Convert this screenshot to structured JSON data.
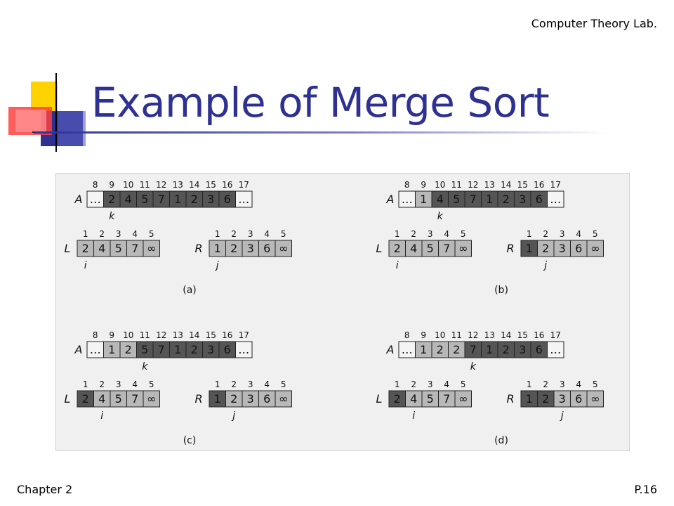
{
  "header": {
    "lab": "Computer Theory Lab."
  },
  "title": "Example of Merge Sort",
  "footer": {
    "left": "Chapter 2",
    "right": "P.16"
  },
  "symbols": {
    "ellipsis": "…",
    "infinity": "∞"
  },
  "figure": {
    "array_indices": [
      "8",
      "9",
      "10",
      "11",
      "12",
      "13",
      "14",
      "15",
      "16",
      "17"
    ],
    "sub_indices": [
      "1",
      "2",
      "3",
      "4",
      "5"
    ],
    "labels": {
      "A": "A",
      "L": "L",
      "R": "R",
      "k": "k",
      "i": "i",
      "j": "j"
    },
    "panels": [
      {
        "caption": "(a)",
        "A": [
          "2",
          "4",
          "5",
          "7",
          "1",
          "2",
          "3",
          "6"
        ],
        "A_dark": [
          0,
          1,
          2,
          3,
          4,
          5,
          6,
          7
        ],
        "L": [
          "2",
          "4",
          "5",
          "7",
          "∞"
        ],
        "L_dark": [],
        "R": [
          "1",
          "2",
          "3",
          "6",
          "∞"
        ],
        "R_dark": [],
        "k": 0,
        "i": 0,
        "j": 0
      },
      {
        "caption": "(b)",
        "A": [
          "1",
          "4",
          "5",
          "7",
          "1",
          "2",
          "3",
          "6"
        ],
        "A_dark": [
          1,
          2,
          3,
          4,
          5,
          6,
          7
        ],
        "L": [
          "2",
          "4",
          "5",
          "7",
          "∞"
        ],
        "L_dark": [],
        "R": [
          "1",
          "2",
          "3",
          "6",
          "∞"
        ],
        "R_dark": [
          0
        ],
        "k": 1,
        "i": 0,
        "j": 1
      },
      {
        "caption": "(c)",
        "A": [
          "1",
          "2",
          "5",
          "7",
          "1",
          "2",
          "3",
          "6"
        ],
        "A_dark": [
          2,
          3,
          4,
          5,
          6,
          7
        ],
        "L": [
          "2",
          "4",
          "5",
          "7",
          "∞"
        ],
        "L_dark": [
          0
        ],
        "R": [
          "1",
          "2",
          "3",
          "6",
          "∞"
        ],
        "R_dark": [
          0
        ],
        "k": 2,
        "i": 1,
        "j": 1
      },
      {
        "caption": "(d)",
        "A": [
          "1",
          "2",
          "2",
          "7",
          "1",
          "2",
          "3",
          "6"
        ],
        "A_dark": [
          3,
          4,
          5,
          6,
          7
        ],
        "L": [
          "2",
          "4",
          "5",
          "7",
          "∞"
        ],
        "L_dark": [
          0
        ],
        "R": [
          "1",
          "2",
          "3",
          "6",
          "∞"
        ],
        "R_dark": [
          0,
          1
        ],
        "k": 3,
        "i": 1,
        "j": 2
      }
    ]
  }
}
